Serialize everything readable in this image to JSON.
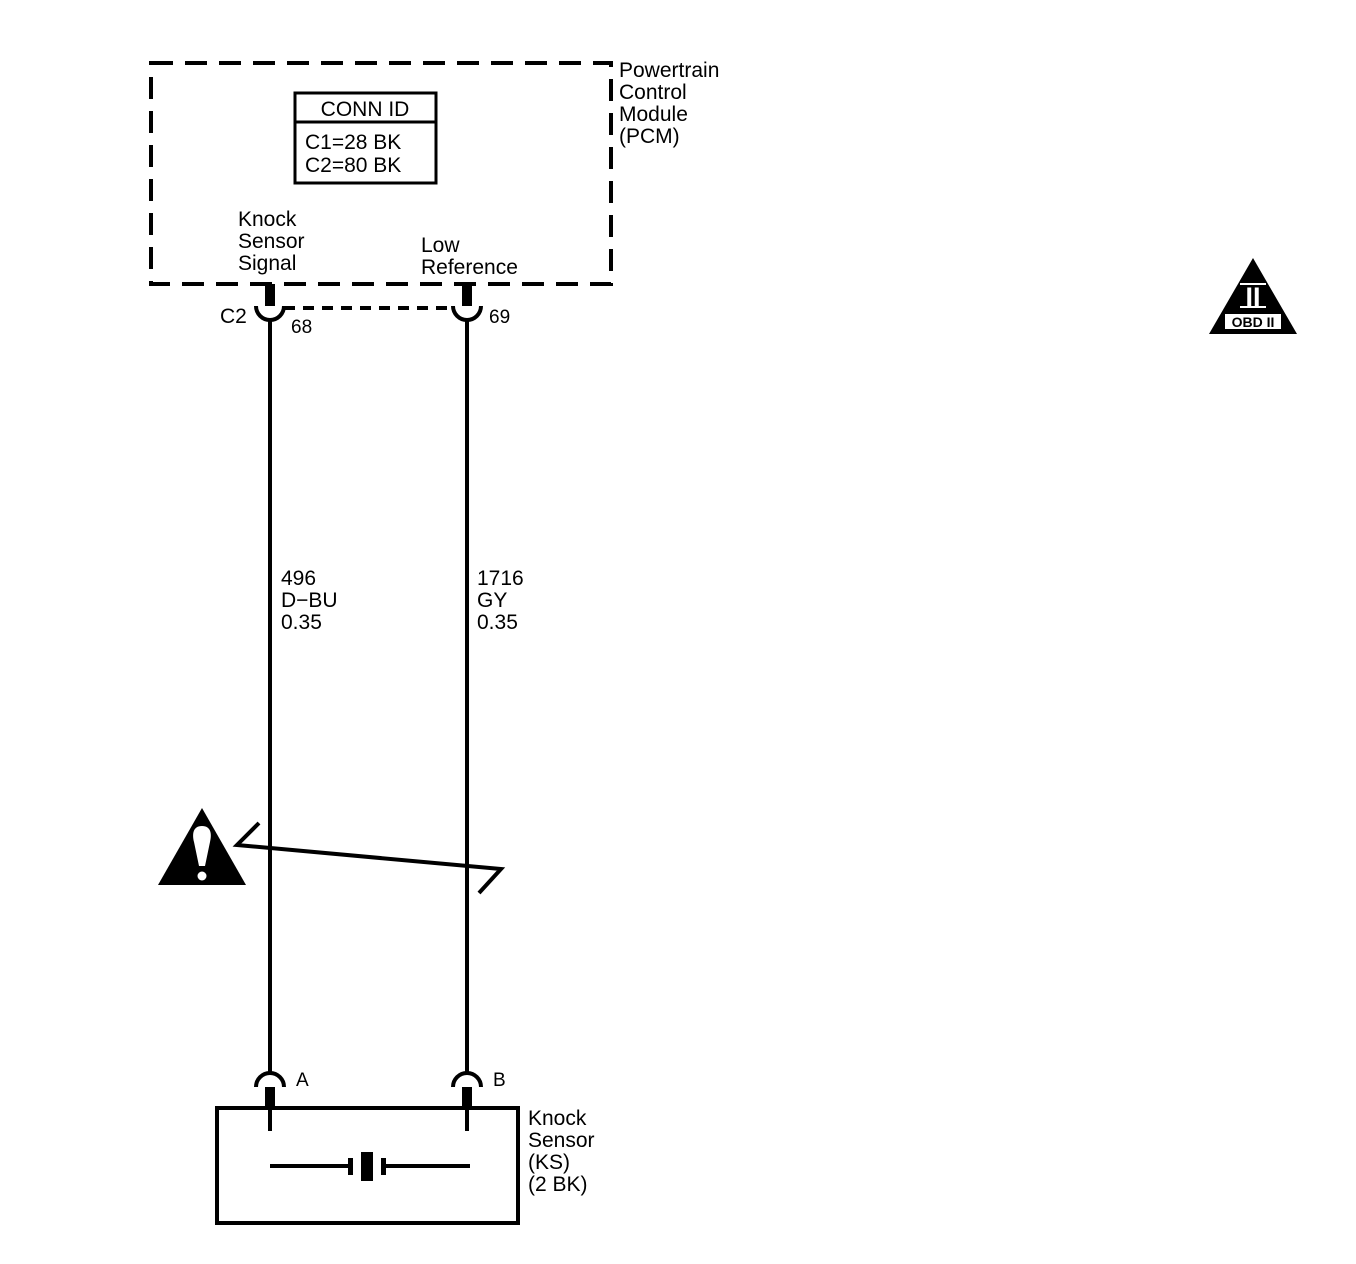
{
  "pcm": {
    "name_lines": [
      "Powertrain",
      "Control",
      "Module",
      "(PCM)"
    ],
    "conn_id": {
      "title": "CONN ID",
      "rows": [
        "C1=28 BK",
        "C2=80 BK"
      ]
    },
    "pins": {
      "signal_label_lines": [
        "Knock",
        "Sensor",
        "Signal"
      ],
      "low_ref_label_lines": [
        "Low",
        "Reference"
      ],
      "connector": "C2",
      "signal_pin": "68",
      "low_ref_pin": "69"
    }
  },
  "wires": [
    {
      "circuit": "496",
      "color": "D−BU",
      "gauge": "0.35"
    },
    {
      "circuit": "1716",
      "color": "GY",
      "gauge": "0.35"
    }
  ],
  "sensor": {
    "name_lines": [
      "Knock",
      "Sensor",
      "(KS)",
      "(2 BK)"
    ],
    "pin_a": "A",
    "pin_b": "B"
  },
  "badges": {
    "obd": {
      "numeral": "II",
      "label": "OBD II"
    },
    "caution": {
      "icon": "caution-icon"
    }
  }
}
